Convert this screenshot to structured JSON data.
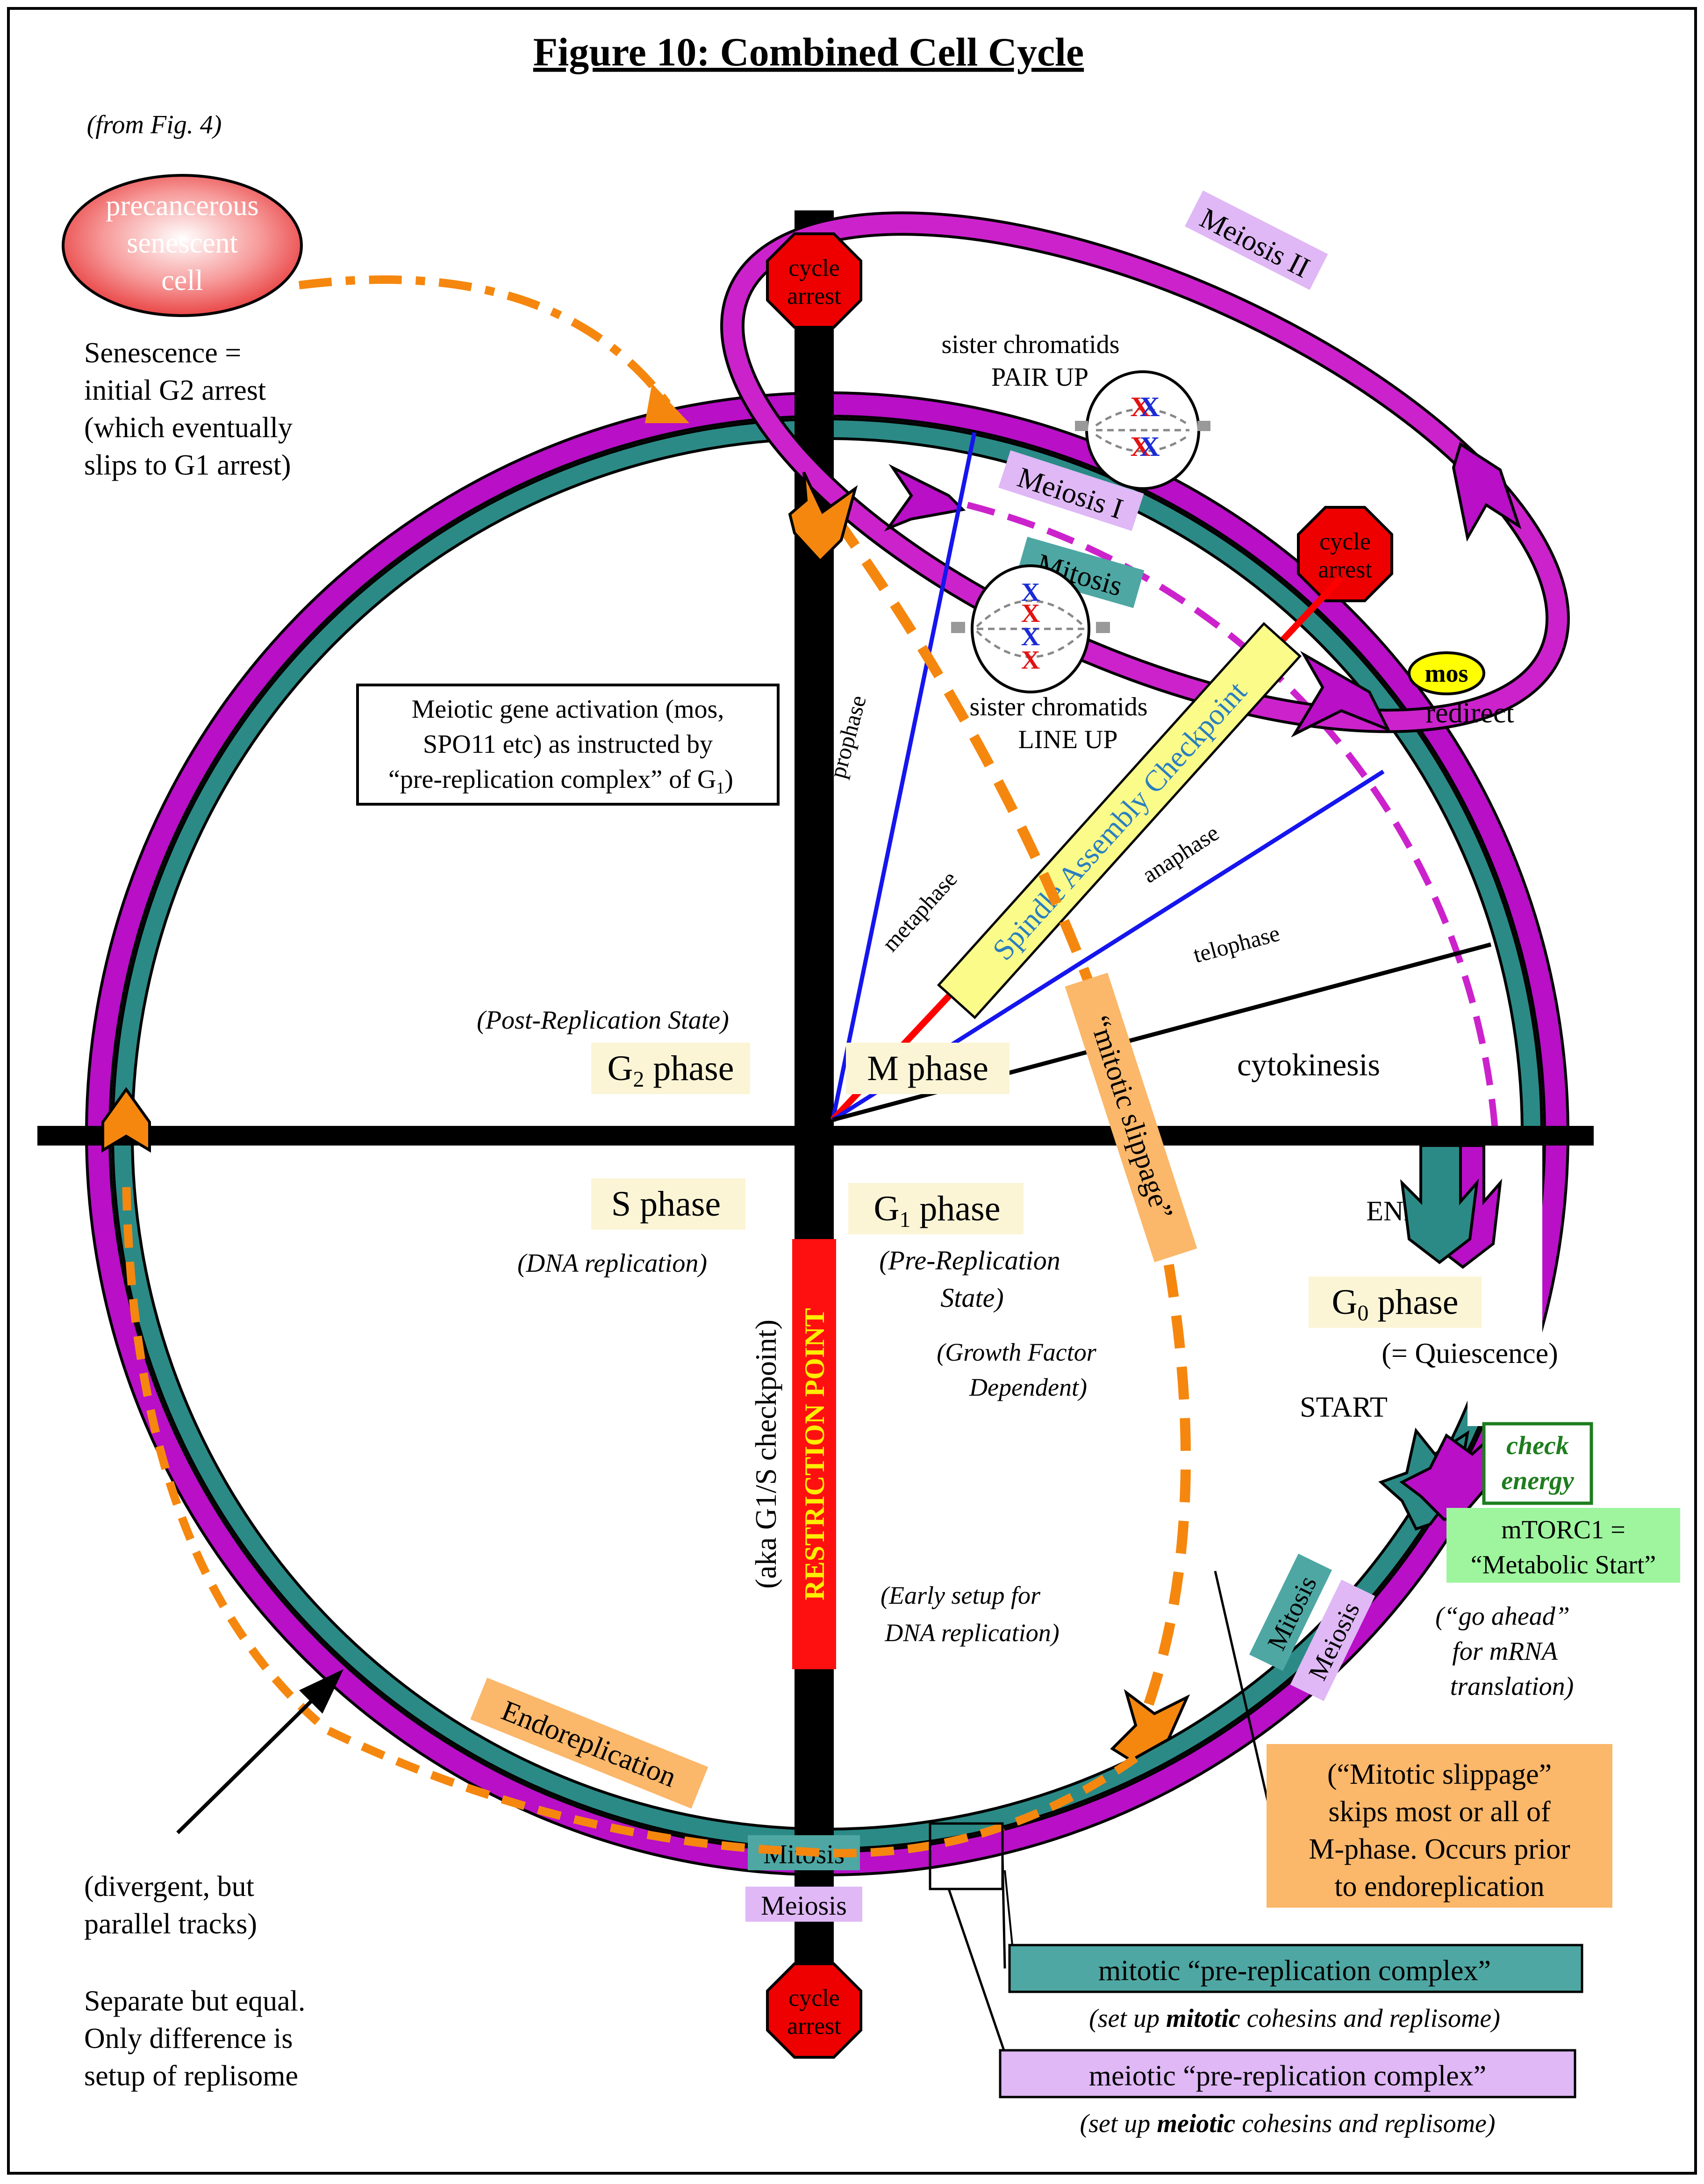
{
  "title": "Figure 10: Combined Cell Cycle",
  "colors": {
    "teal": "#2b8a86",
    "magenta": "#b80fc7",
    "meiosis_outer": "#cc22cc",
    "orange": "#f5870f",
    "blue": "#1515ee",
    "red": "#ff0000",
    "black": "#000000",
    "label_bg": "#fbf5d6",
    "orange_bg": "#fbb76a",
    "teal_bg": "#4ea7a3",
    "lilac_bg": "#dfb8f5",
    "green_bg": "#9ef59e",
    "yellow_bg": "#fbfb8a"
  },
  "top_left": {
    "from_fig": "(from Fig. 4)",
    "precancer": [
      "precancerous",
      "senescent",
      "cell"
    ],
    "senescence_note": [
      "Senescence =",
      "initial G2 arrest",
      "(which eventually",
      "slips to G1 arrest)"
    ]
  },
  "meiotic_activation_box": [
    "Meiotic gene activation (mos,",
    "SPO11 etc) as instructed by",
    "“pre-replication complex” of G",
    "1",
    ")"
  ],
  "stop_signs": {
    "word1": "cycle",
    "word2": "arrest"
  },
  "meiosis_loop": {
    "meiosis2": "Meiosis II",
    "meiosis1": "Meiosis I",
    "mitosis": "Mitosis"
  },
  "chromatids": {
    "pair_up": [
      "sister chromatids",
      "PAIR UP"
    ],
    "line_up": [
      "sister chromatids",
      "LINE UP"
    ]
  },
  "mos": {
    "label": "mos",
    "redirect": "redirect"
  },
  "mitotic_stages": [
    "prophase",
    "metaphase",
    "anaphase",
    "telophase",
    "cytokinesis"
  ],
  "spindle_checkpoint": "Spindle Assembly Checkpoint",
  "mitotic_slippage_label": "“mitotic slippage”",
  "phases": {
    "g2": {
      "main": "G",
      "sub": "2",
      "rest": " phase",
      "note": "(Post-Replication State)"
    },
    "m": {
      "label": "M phase"
    },
    "s": {
      "label": "S phase",
      "note": "(DNA replication)"
    },
    "g1": {
      "main": "G",
      "sub": "1",
      "rest": " phase",
      "note": [
        "(Pre-Replication",
        "State)"
      ],
      "growth": [
        "(Growth Factor",
        "Dependent)"
      ],
      "early": [
        "(Early setup for",
        "DNA replication)"
      ]
    },
    "g0": {
      "main": "G",
      "sub": "0",
      "rest": " phase",
      "note": "(= Quiescence)"
    }
  },
  "restriction_point": "RESTRICTION POINT",
  "aka_checkpoint": "(aka G1/S checkpoint)",
  "end_label": "END",
  "start_label": "START",
  "check_energy": [
    "check",
    "energy"
  ],
  "mtorc1": [
    "mTORC1 =",
    "“Metabolic Start”"
  ],
  "go_ahead": [
    "(“go ahead”",
    "for mRNA",
    "translation)"
  ],
  "endoreplication": "Endoreplication",
  "track_labels": {
    "mitosis": "Mitosis",
    "meiosis": "Meiosis"
  },
  "slippage_box": [
    "(“Mitotic slippage”",
    "skips most or all of",
    "M-phase. Occurs prior",
    "to endoreplication"
  ],
  "mitotic_prc": {
    "label": "mitotic “pre-replication complex”",
    "note_pre": "(set up ",
    "note_bold": "mitotic",
    "note_post": " cohesins and replisome)"
  },
  "meiotic_prc": {
    "label": "meiotic “pre-replication complex”",
    "note_pre": "(set up ",
    "note_bold": "meiotic",
    "note_post": " cohesins and replisome)"
  },
  "bottom_left": {
    "divergent": [
      "(divergent, but",
      "parallel tracks)"
    ],
    "separate": [
      "Separate but equal.",
      "Only difference is",
      "setup of replisome"
    ]
  }
}
